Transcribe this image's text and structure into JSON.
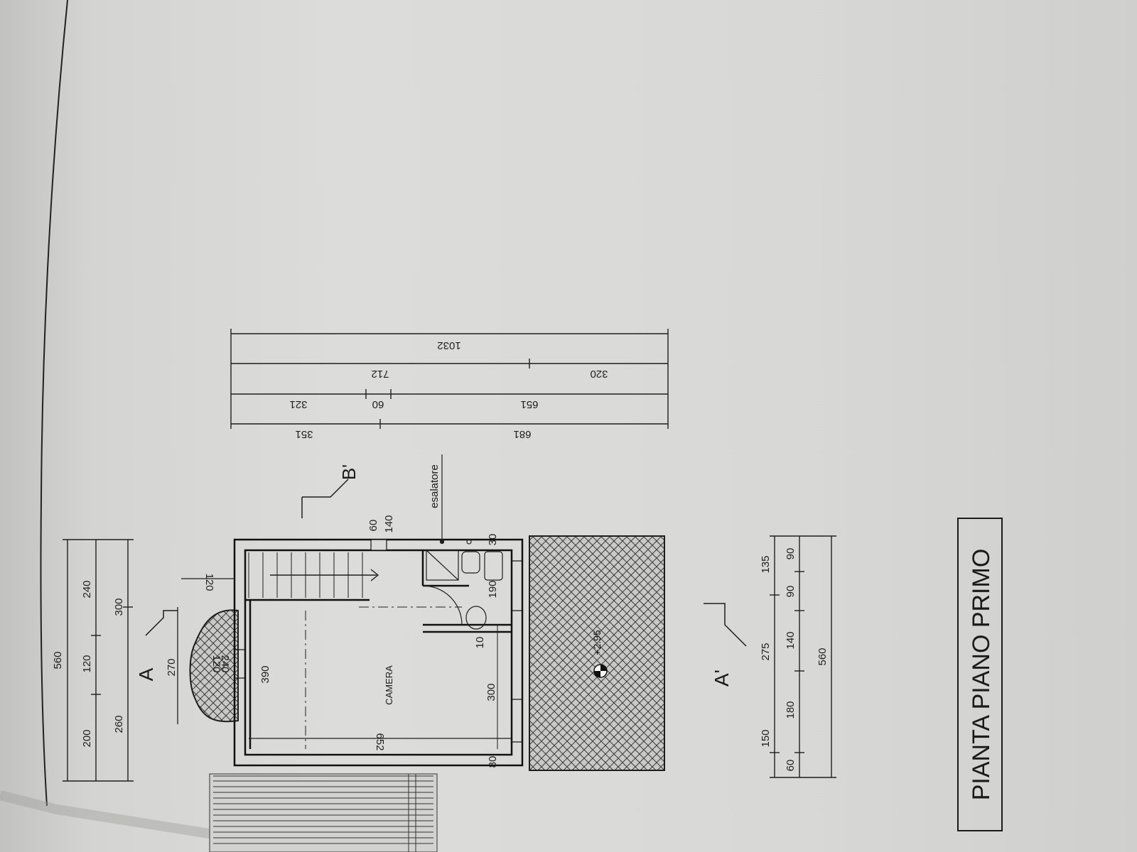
{
  "drawing": {
    "title": "PIANTA PIANO PRIMO",
    "room_label": "CAMERA",
    "fixture_label": "esalatore",
    "height_mark": "+2.95",
    "section_a": "A",
    "section_a_prime": "A'",
    "section_b_prime": "B'"
  },
  "dimensions": {
    "top_total": "560",
    "top_row1": [
      "200",
      "120",
      "240"
    ],
    "top_row2": [
      "260",
      "300"
    ],
    "side_270": "270",
    "side_120": "120",
    "win_120": "120",
    "win_240": "240",
    "room_390": "390",
    "room_652": "652",
    "room_300": "300",
    "win2_240": "240",
    "win2_180": "180",
    "bath_190": "190",
    "bath_150": "150",
    "bath_90": "90",
    "mark_10": "10",
    "mark_80": "80",
    "mark_30": "30",
    "vent_60": "60",
    "vent_140": "140",
    "bottom_row1": [
      "150",
      "275",
      "135"
    ],
    "bottom_row2": [
      "60",
      "180",
      "140",
      "90",
      "90"
    ],
    "bottom_total": "560",
    "right_total": "1032",
    "right_row1": [
      "712",
      "320"
    ],
    "right_row2": [
      "321",
      "60",
      "651"
    ],
    "right_row3": [
      "351",
      "681"
    ]
  }
}
